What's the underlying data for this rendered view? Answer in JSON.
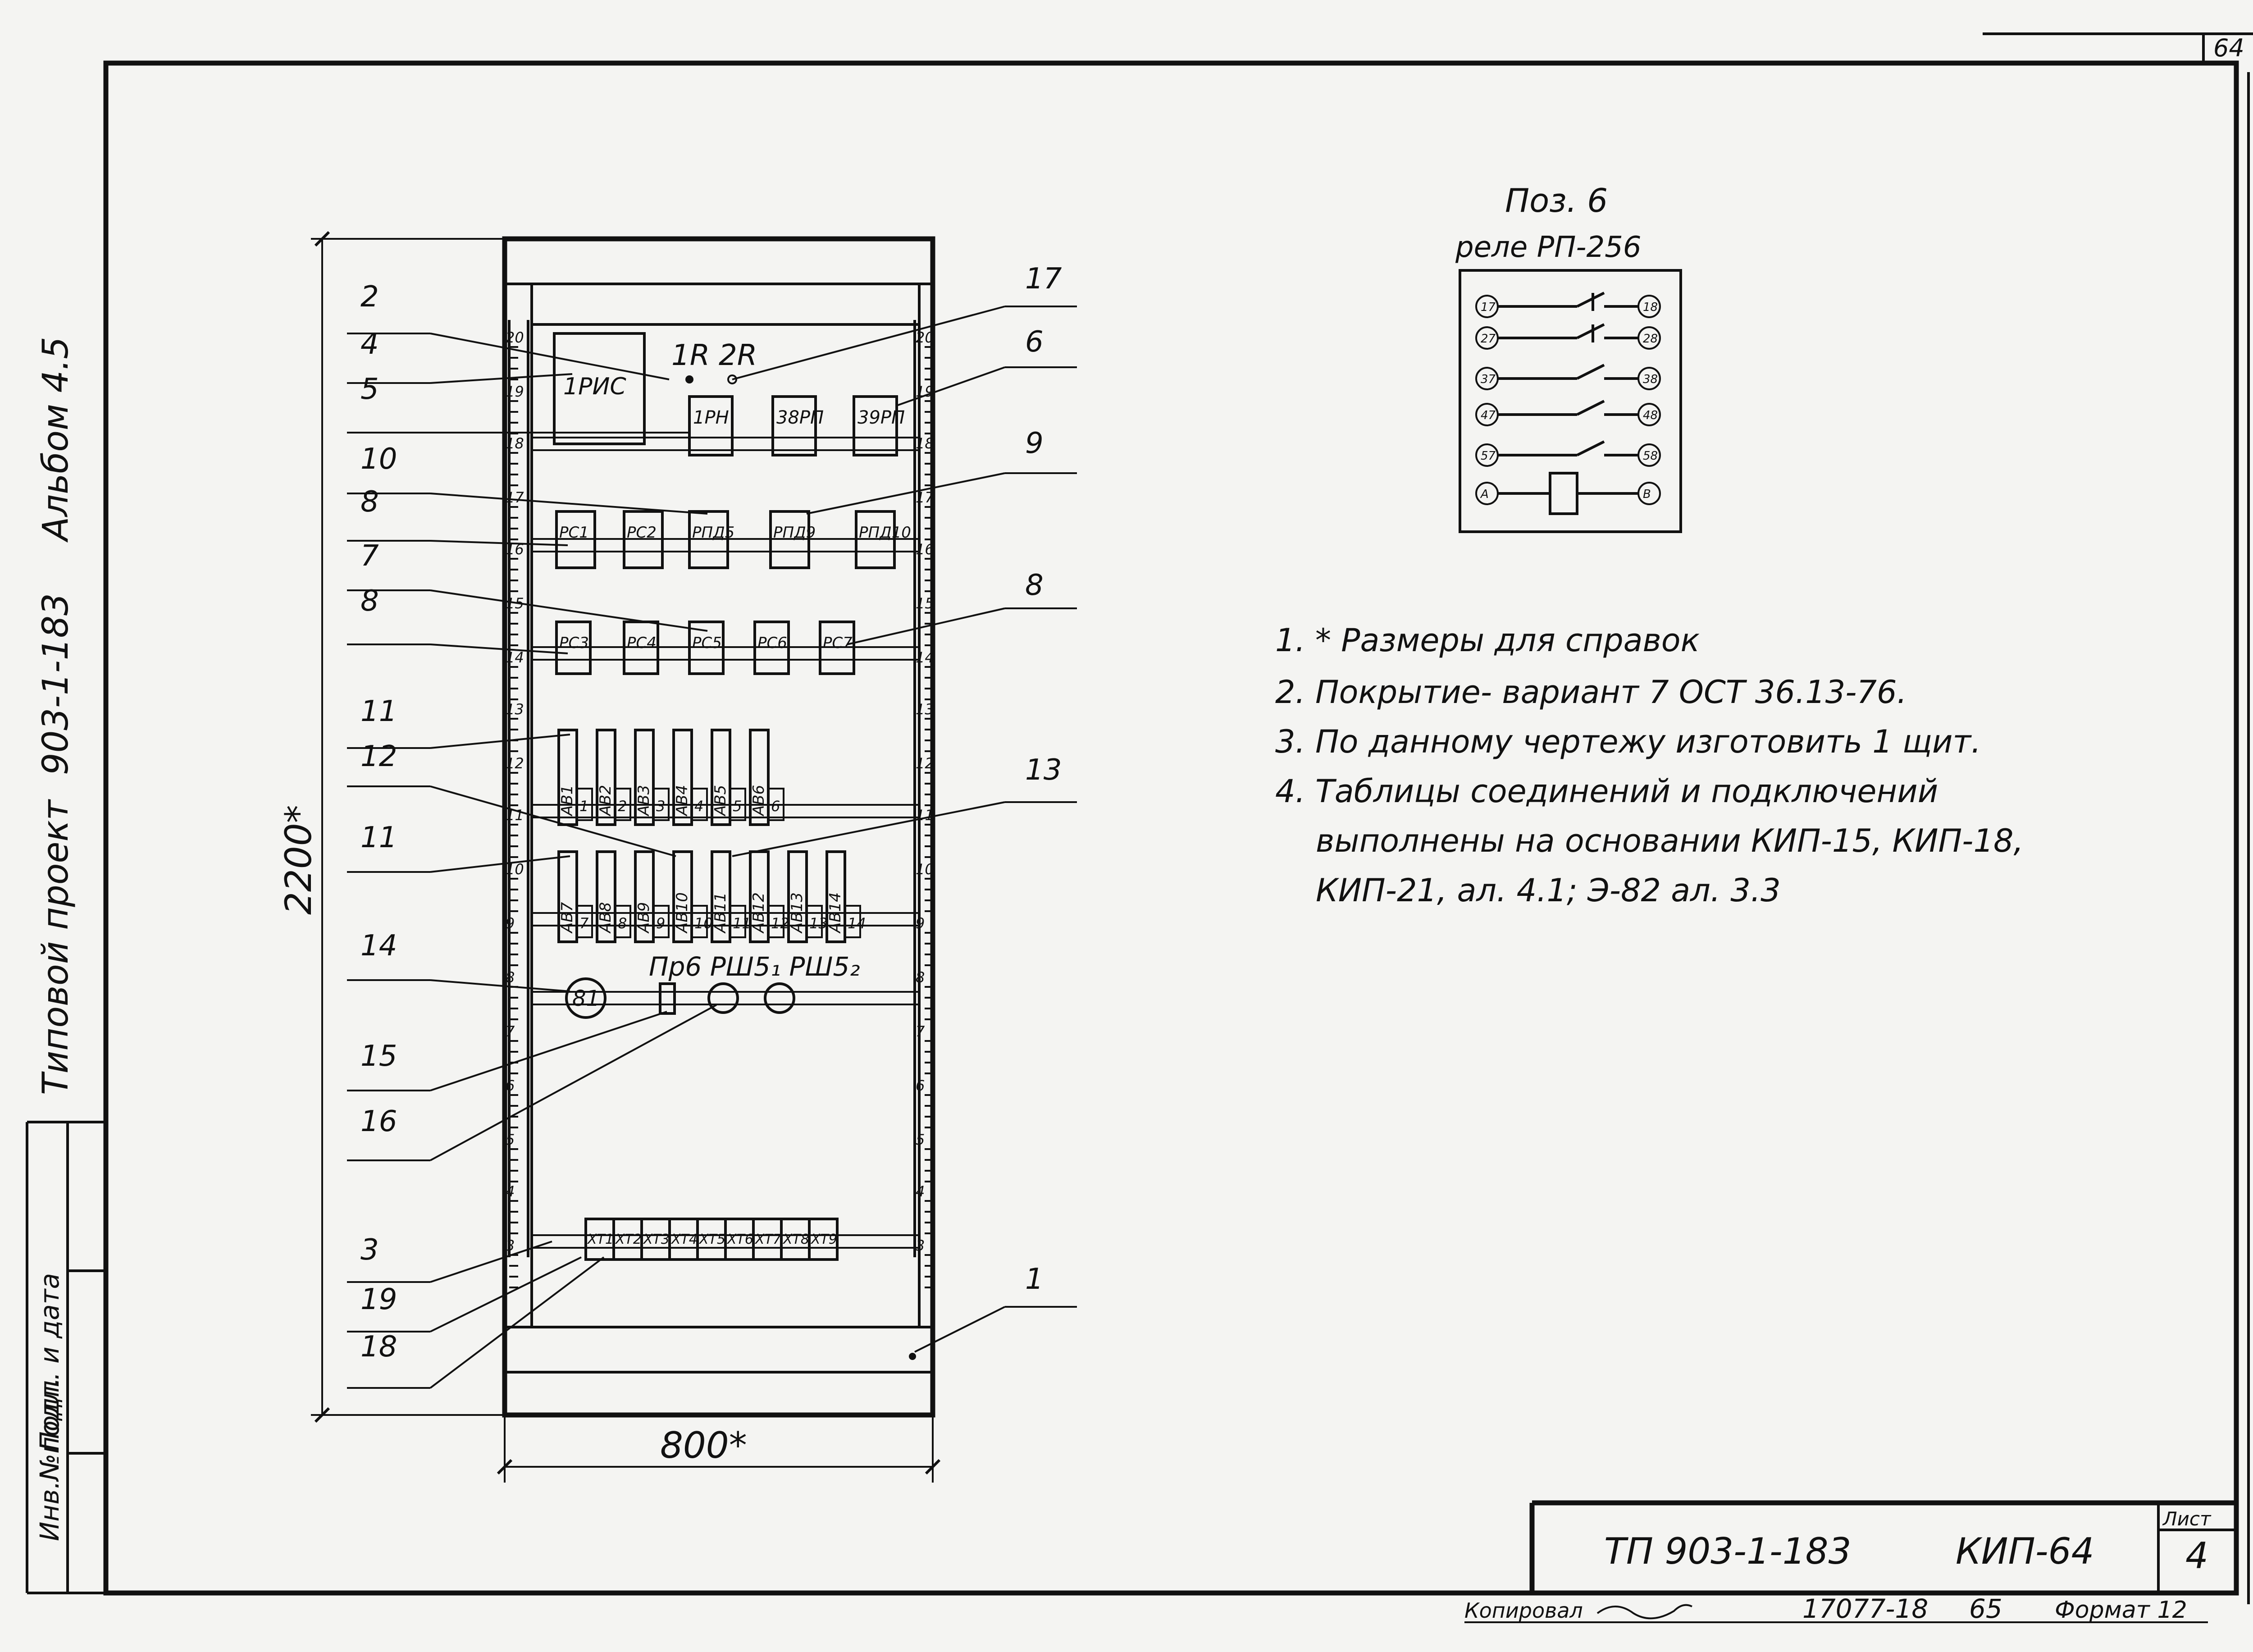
{
  "sheet": {
    "number": "64"
  },
  "side_title": {
    "album": "Альбом 4.5",
    "project_number": "903-1-183",
    "project_type": "Типовой проект"
  },
  "side_stamp": {
    "inv_label": "Инв.№подл.",
    "sign_label": "Подп. и дата"
  },
  "cabinet": {
    "height_dim": "2200*",
    "width_dim": "800*",
    "scale_numbers": [
      "20",
      "19",
      "18",
      "17",
      "16",
      "15",
      "14",
      "13",
      "12",
      "11",
      "10",
      "9",
      "8",
      "7",
      "6",
      "5",
      "4",
      "3"
    ],
    "rows": [
      {
        "devices": [
          "1РИС"
        ]
      },
      {
        "devices": [
          "1РН",
          "38РП",
          "39РП"
        ]
      },
      {
        "devices": [
          "РС1",
          "РС2",
          "РПД5",
          "РПД9",
          "РПД10"
        ]
      },
      {
        "devices": [
          "РС3",
          "РС4",
          "РС5",
          "РС6",
          "РС7"
        ]
      },
      {
        "devices": [
          "АВ1",
          "АВ2",
          "АВ3",
          "АВ4",
          "АВ5",
          "АВ6"
        ],
        "terminals": [
          "1",
          "2",
          "3",
          "4",
          "5",
          "6"
        ]
      },
      {
        "devices": [
          "АВ7",
          "АВ8",
          "АВ9",
          "АВ10",
          "АВ11",
          "АВ12",
          "АВ13",
          "АВ14"
        ],
        "terminals": [
          "7",
          "8",
          "9",
          "10",
          "11",
          "12",
          "13",
          "14"
        ]
      },
      {
        "devices": [
          "81"
        ]
      },
      {
        "devices": [
          "ХТ1",
          "ХТ2",
          "ХТ3",
          "ХТ4",
          "ХТ5",
          "ХТ6",
          "ХТ7",
          "ХТ8",
          "ХТ9"
        ]
      }
    ],
    "lamps": {
      "label1": "1R",
      "label2": "2R"
    },
    "fuse_caption": "Пр6  РШ5₁ РШ5₂"
  },
  "callouts_left": [
    "2",
    "4",
    "5",
    "10",
    "8",
    "7",
    "8",
    "11",
    "12",
    "11",
    "14",
    "15",
    "16",
    "3",
    "19",
    "18"
  ],
  "callouts_right": [
    "17",
    "6",
    "9",
    "8",
    "13",
    "1"
  ],
  "relay": {
    "title": "Поз. 6",
    "subtitle": "реле РП-256",
    "contacts_left": [
      "17",
      "27",
      "37",
      "47",
      "57",
      "А"
    ],
    "contacts_right": [
      "18",
      "28",
      "38",
      "48",
      "58",
      "В"
    ]
  },
  "notes": [
    "1.  * Размеры для справок",
    "2.  Покрытие- вариант 7    ОСТ 36.13-76.",
    "3.  По данному чертежу изготовить 1 щит.",
    "4.  Таблицы соединений и подключений",
    "выполнены на основании КИП-15, КИП-18,",
    "КИП-21, ал. 4.1;  Э-82 ал. 3.3"
  ],
  "title_block": {
    "designation": "ТП   903-1-183",
    "drawing": "КИП-64",
    "sheet_label": "Лист",
    "sheet_no": "4"
  },
  "footer": {
    "copied": "Копировал",
    "order": "17077-18",
    "num": "65",
    "format": "Формат 12"
  }
}
